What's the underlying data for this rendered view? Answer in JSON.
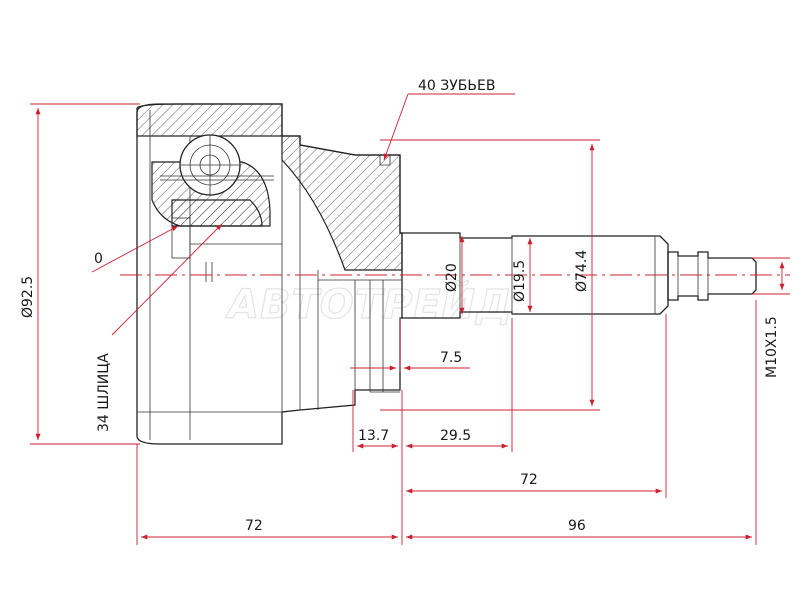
{
  "labels": {
    "teeth": "40 ЗУБЬЕВ",
    "splines": "34 ШЛИЦА",
    "zero": "0",
    "dia_outer": "Ø92.5",
    "dia_20": "Ø20",
    "dia_19_5": "Ø19.5",
    "dia_74_4": "Ø74.4",
    "thread": "M10X1.5",
    "len_7_5": "7.5",
    "len_13_7": "13.7",
    "len_29_5": "29.5",
    "len_72_shaft": "72",
    "len_72_body": "72",
    "len_96": "96"
  },
  "watermark": "АВТОТРЕЙД",
  "colors": {
    "dimension": "#cc2030",
    "outline": "#222222"
  }
}
